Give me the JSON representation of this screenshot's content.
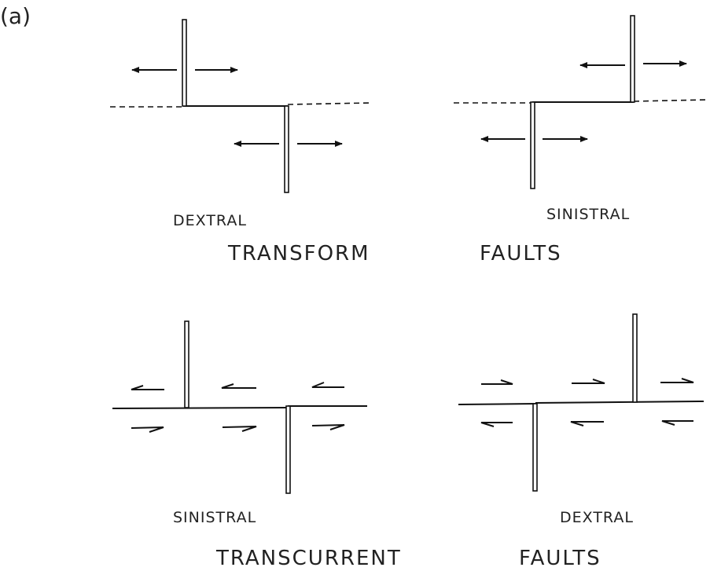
{
  "panel_label": "(a)",
  "transform": {
    "left_label": "DEXTRAL",
    "right_label": "SINISTRAL",
    "title_part1": "TRANSFORM",
    "title_part2": "FAULTS"
  },
  "transcurrent": {
    "left_label": "SINISTRAL",
    "right_label": "DEXTRAL",
    "title_part1": "TRANSCURRENT",
    "title_part2": "FAULTS"
  }
}
